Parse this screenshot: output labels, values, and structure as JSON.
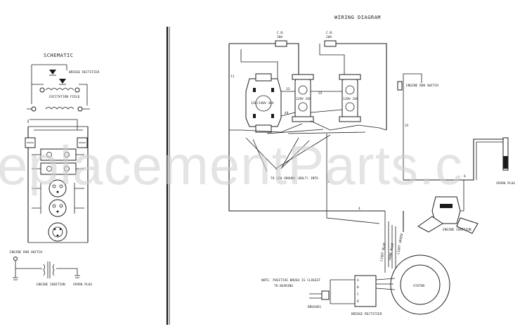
{
  "watermark": "eplacementParts.c",
  "titles": {
    "schematic": "SCHEMATIC",
    "wiring": "WIRING DIAGRAM"
  },
  "schematic": {
    "labels": {
      "bridge_rectifier": "BRIDGE RECTIFIER",
      "excitation_field": "EXCITATION FIELD",
      "engine_run_switch": "ENGINE RUN SWITCH",
      "engine_ignition": "ENGINE IGNITION",
      "spark_plug": "SPARK PLUG"
    }
  },
  "wiring": {
    "labels": {
      "cb_left": "C.B.",
      "cb_left_rating": "20A",
      "cb_right": "C.B.",
      "cb_right_rating": "20A",
      "receptacle_left": "120/240V 30A",
      "receptacle_mid": "120V 20A",
      "receptacle_right": "120V 20A",
      "ground_note": "TO GEN GROUND (BOLT) INTO",
      "engine_run_switch": "ENGINE RUN SWITCH",
      "spark_plug": "SPARK PLUG",
      "engine_ignition": "ENGINE IGNITION",
      "stator": "STATOR",
      "bridge_rectifier": "BRIDGE RECTIFIER",
      "brushes": "BRUSHES",
      "note_line1": "NOTE: POSITIVE BRUSH IS CLOSEST",
      "note_line2": "TO BEARING",
      "lead_light_blue": "LIGHT BLUE",
      "lead_dark_blue": "DARK BLUE",
      "lead_light_green": "LIGHT GREEN",
      "wire_num_11": "11",
      "wire_num_22": "22",
      "wire_num_33": "33",
      "wire_num_44": "44",
      "wire_num_2": "2",
      "wire_num_4": "4",
      "wire_num_6": "6",
      "wire_num_15": "15"
    }
  }
}
